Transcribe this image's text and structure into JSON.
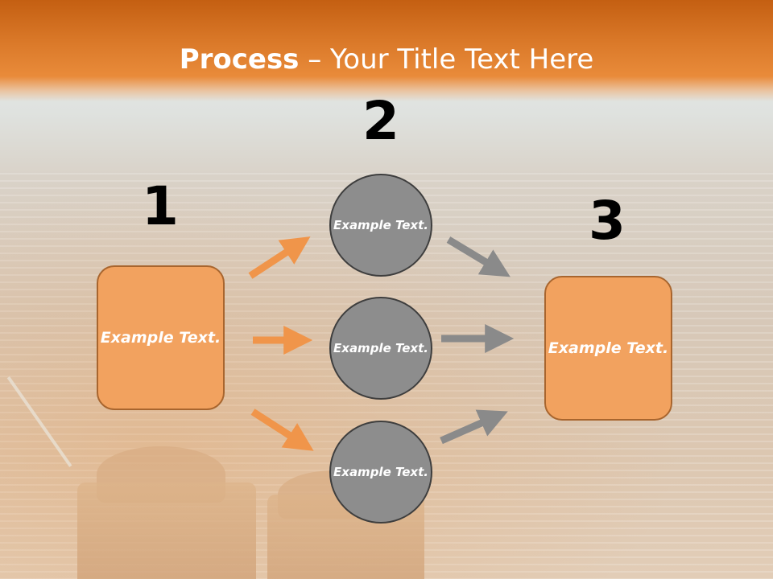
{
  "title": {
    "bold": "Process",
    "rest": " – Your Title Text Here"
  },
  "numbers": {
    "one": "1",
    "two": "2",
    "three": "3"
  },
  "boxes": {
    "left": "Example Text.",
    "right": "Example Text."
  },
  "circles": {
    "top": "Example Text.",
    "middle": "Example Text.",
    "bottom": "Example Text."
  },
  "colors": {
    "header": "#db7a2a",
    "box_fill": "#f2a25f",
    "circle_fill": "#8d8d8d",
    "orange_arrow": "#f0954a",
    "gray_arrow": "#8a8a8a"
  }
}
